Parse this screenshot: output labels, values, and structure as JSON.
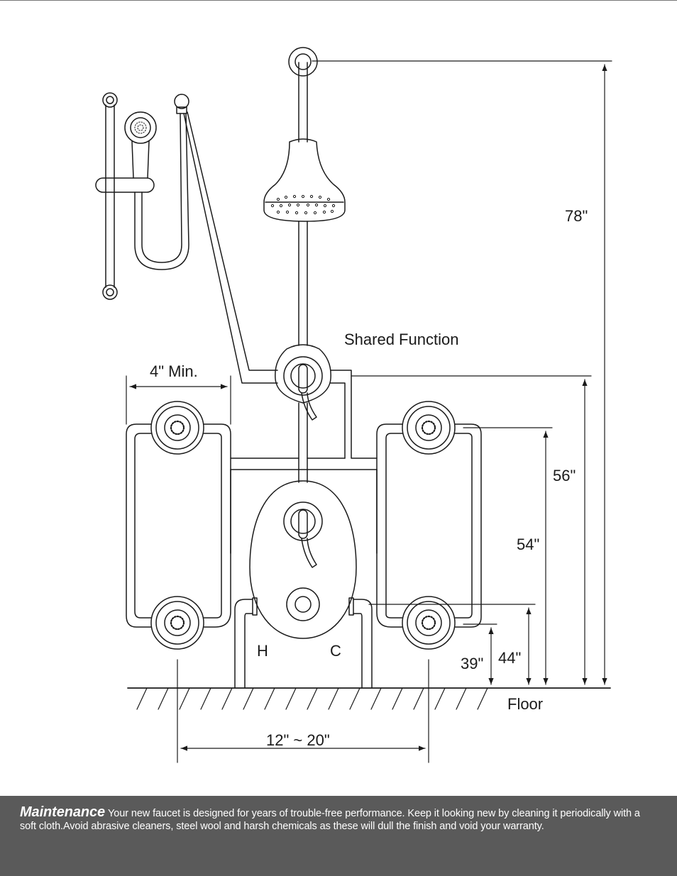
{
  "diagram": {
    "labels": {
      "shared_function": "Shared Function",
      "width_min": "4\" Min.",
      "height_78": "78\"",
      "height_56": "56\"",
      "height_54": "54\"",
      "height_44": "44\"",
      "height_39": "39\"",
      "hot": "H",
      "cold": "C",
      "floor": "Floor",
      "spacing": "12\" ~ 20\""
    }
  },
  "footer": {
    "title": "Maintenance",
    "text": "Your new faucet is designed for years of trouble-free performance. Keep it looking new by cleaning it periodically with a soft cloth.Avoid abrasive cleaners, steel wool and harsh chemicals as these  will dull the finish and void your warranty."
  },
  "colors": {
    "line": "#1a1a1a",
    "footer_bg": "#5a5a5a",
    "footer_text": "#ffffff"
  }
}
